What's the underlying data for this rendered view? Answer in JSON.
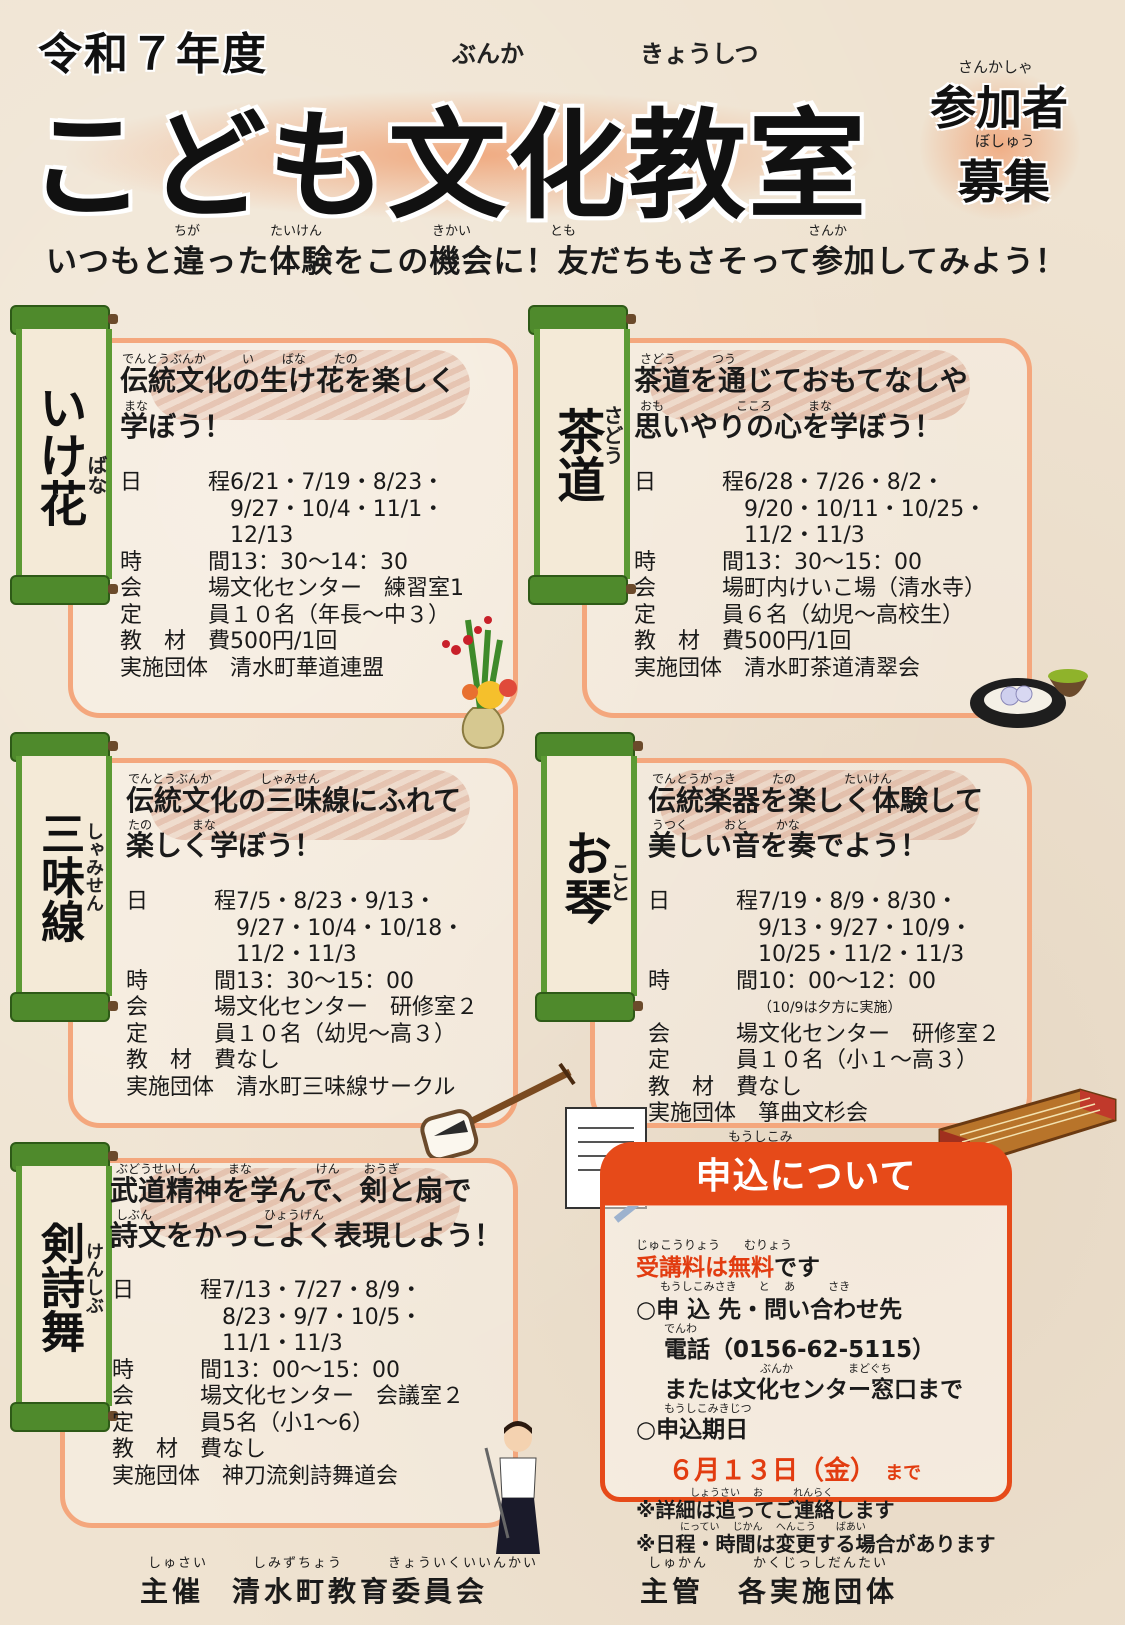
{
  "header": {
    "year": "令和７年度",
    "title": "こども文化教室",
    "title_ruby_1": "ぶんか",
    "title_ruby_2": "きょうしつ",
    "recruit_line1": "参加者",
    "recruit_line2": "募集",
    "recruit_ruby1": "さんかしゃ",
    "recruit_ruby2": "ぼしゅう"
  },
  "tagline": {
    "text": "いつもと違った体験をこの機会に！友だちもさそって参加してみよう！",
    "ruby": [
      "ちが",
      "たいけん",
      "きかい",
      "とも",
      "さんか"
    ]
  },
  "classes": [
    {
      "label": "いけ花",
      "label_ruby": "ばな",
      "heading1": "伝統文化の生け花を楽しく",
      "heading2": "学ぼう！",
      "ruby1": "でんとうぶんか　　　い　　 ばな　　 たの",
      "ruby2": "まな",
      "schedule": "6/21・7/19・8/23・\n9/27・10/4・11/1・\n12/13",
      "time": "13：30～14：30",
      "time_note": "",
      "venue": "文化センター　練習室1",
      "capacity": "１０名（年長～中３）",
      "fee": "500円/1回",
      "org": "清水町華道連盟"
    },
    {
      "label": "茶道",
      "label_ruby": "さどう",
      "heading1": "茶道を通じておもてなしや",
      "heading2": "思いやりの心を学ぼう！",
      "ruby1": "さどう　　　つう",
      "ruby2": "おも　　　　　　こころ　　　まな",
      "schedule": "6/28・7/26・8/2・\n9/20・10/11・10/25・\n11/2・11/3",
      "time": "13：30～15：00",
      "time_note": "",
      "venue": "町内けいこ場（清水寺）",
      "capacity": "６名（幼児～高校生）",
      "fee": "500円/1回",
      "org": "清水町茶道清翠会"
    },
    {
      "label": "三味線",
      "label_ruby": "しゃみせん",
      "heading1": "伝統文化の三味線にふれて",
      "heading2": "楽しく学ぼう！",
      "ruby1": "でんとうぶんか　　　　しゃみせん",
      "ruby2": "たの　　　 まな",
      "schedule": "7/5・8/23・9/13・\n9/27・10/4・10/18・\n11/2・11/3",
      "time": "13：30～15：00",
      "time_note": "",
      "venue": "文化センター　研修室２",
      "capacity": "１０名（幼児～高３）",
      "fee": "なし",
      "org": "清水町三味線サークル"
    },
    {
      "label": "お琴",
      "label_ruby": "こと",
      "heading1": "伝統楽器を楽しく体験して",
      "heading2": "美しい音を奏でよう！",
      "ruby1": "でんとうがっき　　　たの　　　　たいけん",
      "ruby2": "うつく　　　おと　　 かな",
      "schedule": "7/19・8/9・8/30・\n9/13・9/27・10/9・\n10/25・11/2・11/3",
      "time": "10：00～12：00",
      "time_note": "（10/9は夕方に実施）",
      "venue": "文化センター　研修室２",
      "capacity": "１０名（小１～高３）",
      "fee": "なし",
      "org": "箏曲文杉会"
    },
    {
      "label": "剣詩舞",
      "label_ruby": "けんしぶ",
      "heading1": "武道精神を学んで、剣と扇で",
      "heading2": "詩文をかっこよく表現しよう！",
      "ruby1": "ぶどうせいしん　　 まな　　　　　 けん　　おうぎ",
      "ruby2": "しぶん　　　　　　　　　 ひょうげん",
      "schedule": "7/13・7/27・8/9・\n8/23・9/7・10/5・\n11/1・11/3",
      "time": "13：00～15：00",
      "time_note": "",
      "venue": "文化センター　会議室２",
      "capacity": "5名（小1～6）",
      "fee": "なし",
      "org": "神刀流剣詩舞道会"
    }
  ],
  "labels": {
    "schedule": [
      "日",
      "程"
    ],
    "time": [
      "時",
      "間"
    ],
    "venue": [
      "会",
      "場"
    ],
    "capacity": [
      "定",
      "員"
    ],
    "fee": [
      "教",
      "材",
      "費"
    ],
    "org": "実施団体"
  },
  "apply": {
    "ruby_title": "もうしこみ",
    "title": "申込について",
    "free_red": "受講料は無料",
    "free_rest": "です",
    "free_ruby": "じゅこうりょう　　むりょう",
    "contact_head": "○申 込 先・問い合わせ先",
    "contact_ruby": "もうしこみさき　　と　 あ　　　さき",
    "phone": "電話（0156-62-5115）",
    "phone_ruby": "でんわ",
    "or_window": "または文化センター窓口まで",
    "or_ruby": "ぶんか　　　　　まどぐち",
    "deadline_head": "○申込期日",
    "deadline_ruby": "もうしこみきじつ",
    "deadline_date": "６月１３日（金）",
    "deadline_until": "まで",
    "note1": "※詳細は追ってご連絡します",
    "note1_ruby": "しょうさい　 お　　　れんらく",
    "note2": "※日程・時間は変更する場合があります",
    "note2_ruby": "にってい　 じかん　 へんこう　　ばあい"
  },
  "footer": {
    "host_label": "主催",
    "host": "清水町教育委員会",
    "host_ruby": "しゅさい　　　しみずちょう　　　きょういくいいんかい",
    "manage_label": "主管",
    "manage": "各実施団体",
    "manage_ruby": "しゅかん　　　かくじっしだんたい"
  }
}
